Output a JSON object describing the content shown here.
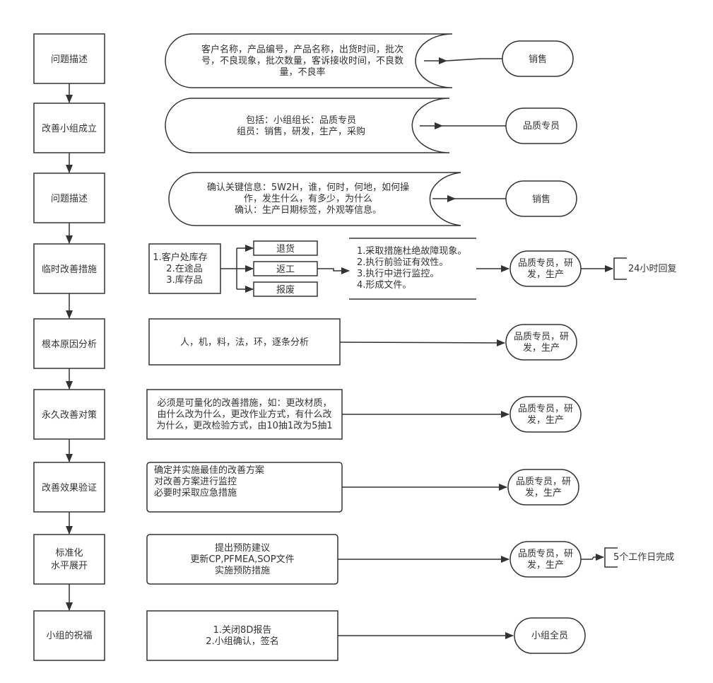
{
  "steps": [
    {
      "label": [
        "问题描述"
      ]
    },
    {
      "label": [
        "改善小组成立"
      ]
    },
    {
      "label": [
        "问题描述"
      ]
    },
    {
      "label": [
        "临时改善措施"
      ]
    },
    {
      "label": [
        "根本原因分析"
      ]
    },
    {
      "label": [
        "永久改善对策"
      ]
    },
    {
      "label": [
        "改善效果验证"
      ]
    },
    {
      "label": [
        "标准化",
        "水平展开"
      ]
    },
    {
      "label": [
        "小组的祝福"
      ]
    }
  ],
  "details": [
    {
      "lines": [
        "客户名称，产品编号，产品名称，出货时间，批次",
        "号，不良现象，批次数量，客诉接收时间，不良数",
        "量，不良率"
      ]
    },
    {
      "lines": [
        "包括：小组组长：品质专员",
        "组员：销售，研发，生产，采购"
      ]
    },
    {
      "lines": [
        "确认关键信息：5W2H，谁，何时，何地，如何操",
        "作，发生什么，有多少，为什么",
        "确认：生产日期标签，外观等信息。"
      ]
    },
    {
      "lines": [
        "1.客户处库存",
        "2.在途品",
        "3.库存品"
      ]
    },
    {
      "lines": [
        "人，机，料，法，环，逐条分析"
      ]
    },
    {
      "lines": [
        "必须是可量化的改善措施，如：更改材质，",
        "由什么改为什么，更改作业方式，有什么改",
        "为什么，更改检验方式，由10抽1改为5抽1"
      ]
    },
    {
      "lines": [
        "确定并实施最佳的改善方案",
        "对改善方案进行监控",
        "必要时采取应急措施"
      ]
    },
    {
      "lines": [
        "提出预防建议",
        "更新CP,PFMEA,SOP文件",
        "实施预防措施"
      ]
    },
    {
      "lines": [
        "1.关闭8D报告",
        "2.小组确认，签名"
      ]
    }
  ],
  "dispositions": [
    "退货",
    "返工",
    "报废"
  ],
  "temp_actions": [
    "1.采取措施杜绝故障现象。",
    "2.执行前验证有效性。",
    "3.执行中进行监控。",
    "4.形成文件。"
  ],
  "owners": [
    {
      "lines": [
        "销售"
      ]
    },
    {
      "lines": [
        "品质专员"
      ]
    },
    {
      "lines": [
        "销售"
      ]
    },
    {
      "lines": [
        "品质专员，研",
        "发，生产"
      ]
    },
    {
      "lines": [
        "品质专员，研",
        "发，生产"
      ]
    },
    {
      "lines": [
        "品质专员，研",
        "发，生产"
      ]
    },
    {
      "lines": [
        "品质专员，研",
        "发，生产"
      ]
    },
    {
      "lines": [
        "品质专员，研",
        "发，生产"
      ]
    },
    {
      "lines": [
        "小组全员"
      ]
    }
  ],
  "annotations": [
    "24小时回复",
    "5个工作日完成"
  ],
  "colors": {
    "stroke": "#333333",
    "text": "#333333",
    "background": "#ffffff"
  }
}
